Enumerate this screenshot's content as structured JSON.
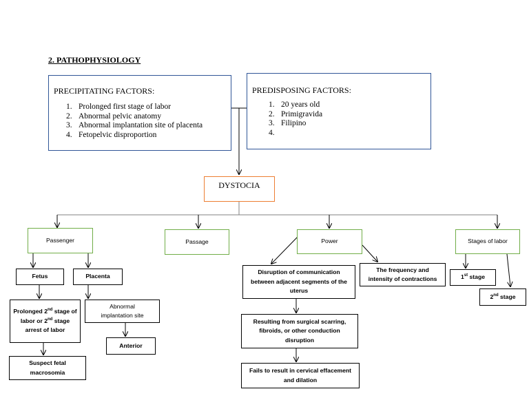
{
  "heading": "2. PATHOPHYSIOLOGY",
  "precipitating": {
    "title": "PRECIPITATING FACTORS:",
    "items": [
      "Prolonged first stage of labor",
      "Abnormal pelvic anatomy",
      "Abnormal implantation site of placenta",
      "Fetopelvic disproportion"
    ]
  },
  "predisposing": {
    "title": "PREDISPOSING FACTORS:",
    "items": [
      "20 years old",
      "Primigravida",
      "Filipino",
      ""
    ]
  },
  "center": "DYSTOCIA",
  "categories": {
    "passenger": "Passenger",
    "passage": "Passage",
    "power": "Power",
    "stages": "Stages of labor"
  },
  "passenger": {
    "fetus": "Fetus",
    "placenta": "Placenta",
    "prolonged_a": "Prolonged 2",
    "prolonged_sup1": "nd",
    "prolonged_b": " stage of labor or 2",
    "prolonged_sup2": "nd",
    "prolonged_c": " stage arrest of labor",
    "abnormal_implantation": "Abnormal implantation site",
    "anterior": "Anterior",
    "macrosomia": "Suspect fetal macrosomia"
  },
  "power": {
    "disruption": "Disruption of communication between adjacent segments of the uterus",
    "frequency": "The frequency and intensity of contractions",
    "resulting": "Resulting from surgical scarring, fibroids, or other conduction disruption",
    "fails": "Fails to result in cervical effacement and dilation"
  },
  "stages": {
    "first_num": "1",
    "first_sup": "st",
    "first_text": " stage",
    "second_num": "2",
    "second_sup": "nd",
    "second_text": " stage"
  },
  "colors": {
    "factor_border": "#2f5597",
    "center_border": "#ed7d31",
    "category_border": "#70ad47",
    "node_border": "#000000"
  }
}
